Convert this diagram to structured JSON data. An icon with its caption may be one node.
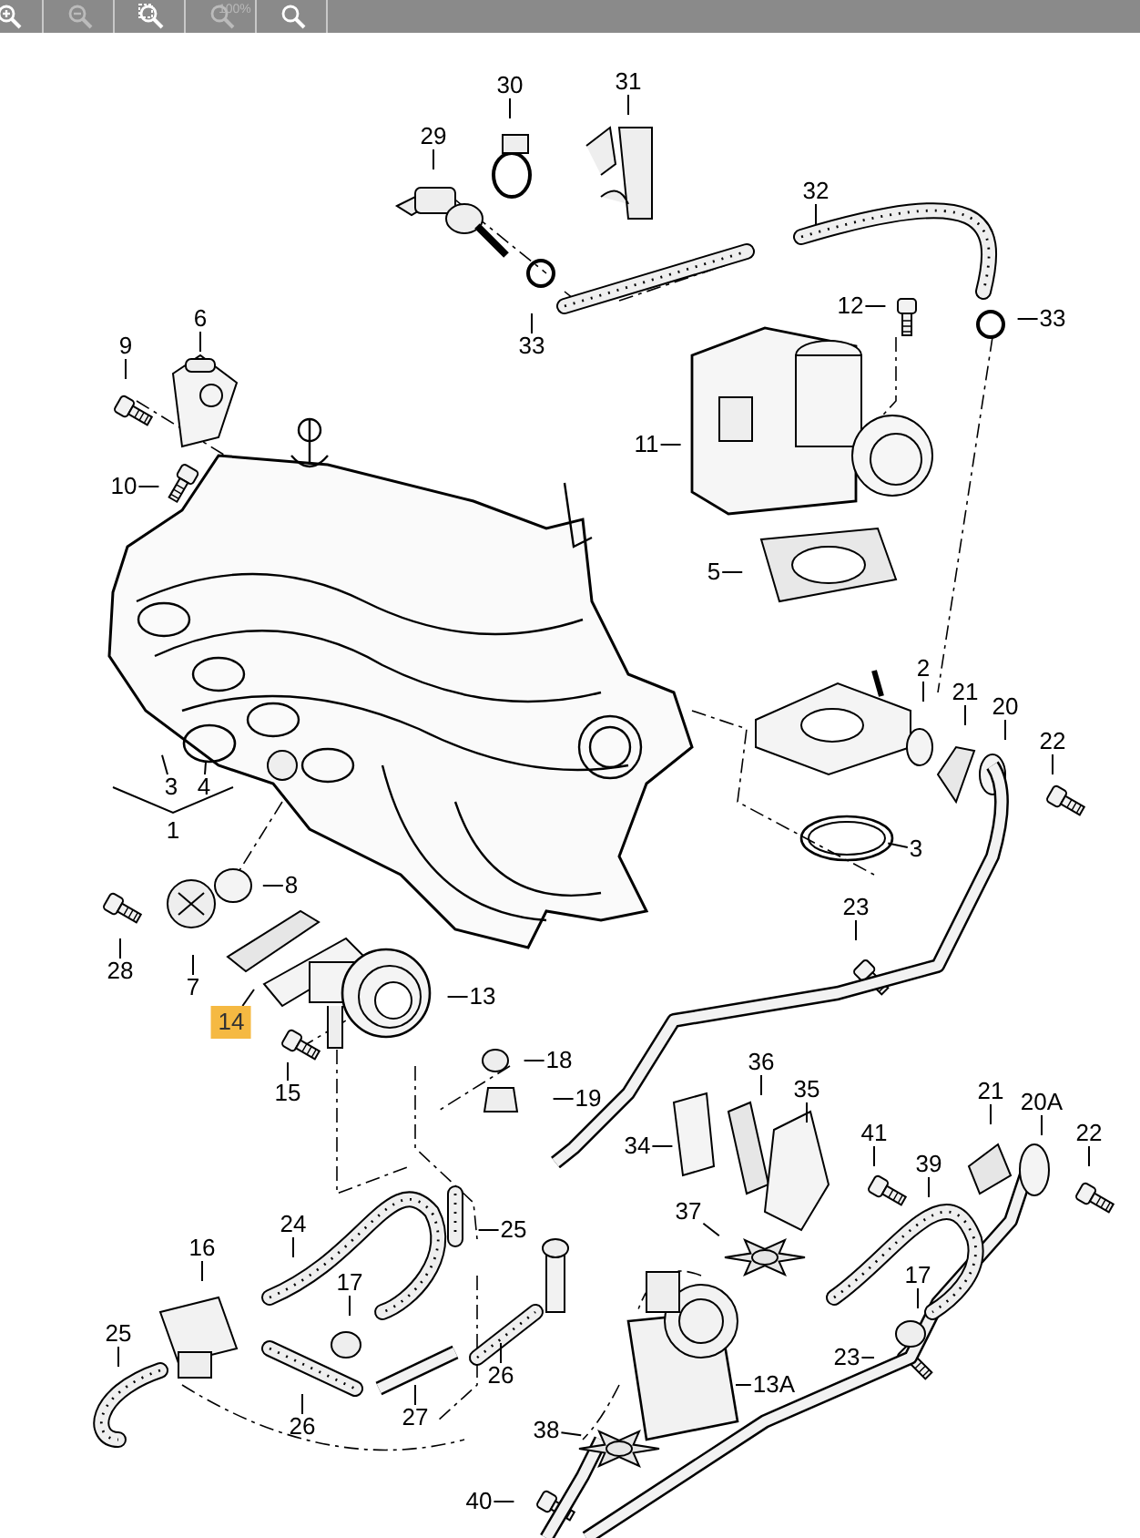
{
  "diagram": {
    "nodes": [
      {
        "text": [
          "31"
        ]
      },
      {
        "text": [
          "30"
        ]
      },
      {
        "text": [
          "29"
        ]
      },
      {
        "text": [
          "32"
        ]
      },
      {
        "text": [
          "12"
        ]
      },
      {
        "text": [
          "6"
        ]
      },
      {
        "text": [
          "33"
        ]
      },
      {
        "text": [
          "9"
        ]
      },
      {
        "text": [
          "33"
        ]
      },
      {
        "text": [
          "11"
        ]
      },
      {
        "text": [
          "10"
        ]
      },
      {
        "text": [
          "5"
        ]
      },
      {
        "text": [
          "2"
        ]
      },
      {
        "text": [
          "21"
        ]
      },
      {
        "text": [
          "20"
        ]
      },
      {
        "text": [
          "22"
        ]
      },
      {
        "text": [
          "3"
        ]
      },
      {
        "text": [
          "4"
        ]
      },
      {
        "text": [
          "3"
        ]
      },
      {
        "text": [
          "8"
        ]
      },
      {
        "text": [
          "23"
        ]
      },
      {
        "text": [
          "28"
        ]
      },
      {
        "text": [
          "7"
        ]
      },
      {
        "text": [
          "13"
        ]
      },
      {
        "text": [
          "14"
        ]
      },
      {
        "text": [
          "18"
        ]
      },
      {
        "text": [
          "36"
        ]
      },
      {
        "text": [
          "35"
        ]
      },
      {
        "text": [
          "21"
        ]
      },
      {
        "text": [
          "15"
        ]
      },
      {
        "text": [
          "19"
        ]
      },
      {
        "text": [
          "20A"
        ]
      },
      {
        "text": [
          "41"
        ]
      },
      {
        "text": [
          "22"
        ]
      },
      {
        "text": [
          "34"
        ]
      },
      {
        "text": [
          "39"
        ]
      },
      {
        "text": [
          "37"
        ]
      },
      {
        "text": [
          "24"
        ]
      },
      {
        "text": [
          "25"
        ]
      },
      {
        "text": [
          "16"
        ]
      },
      {
        "text": [
          "17"
        ]
      },
      {
        "text": [
          "17"
        ]
      },
      {
        "text": [
          "25"
        ]
      },
      {
        "text": [
          "23"
        ]
      },
      {
        "text": [
          "26"
        ]
      },
      {
        "text": [
          "13A"
        ]
      },
      {
        "text": [
          "27"
        ]
      },
      {
        "text": [
          "26"
        ]
      },
      {
        "text": [
          "38"
        ]
      },
      {
        "text": [
          "40"
        ]
      }
    ],
    "edges": [
      {
        "from": 0,
        "to": null,
        "arrow": "none"
      },
      {
        "from": 1,
        "to": null,
        "arrow": "none"
      },
      {
        "from": 2,
        "to": null,
        "arrow": "none"
      },
      {
        "from": 3,
        "to": null,
        "arrow": "none"
      },
      {
        "from": 4,
        "to": null,
        "arrow": "none"
      },
      {
        "from": 5,
        "to": null,
        "arrow": "none"
      },
      {
        "from": 6,
        "to": null,
        "arrow": "none"
      },
      {
        "from": 7,
        "to": null,
        "arrow": "none"
      },
      {
        "from": 8,
        "to": null,
        "arrow": "none"
      },
      {
        "from": 9,
        "to": null,
        "arrow": "none"
      },
      {
        "from": 10,
        "to": null,
        "arrow": "none"
      },
      {
        "from": 11,
        "to": null,
        "arrow": "none"
      },
      {
        "from": 12,
        "to": null,
        "arrow": "none"
      },
      {
        "from": 13,
        "to": null,
        "arrow": "none"
      },
      {
        "from": 14,
        "to": null,
        "arrow": "none"
      },
      {
        "from": 15,
        "to": null,
        "arrow": "none"
      },
      {
        "from": 16,
        "to": null,
        "arrow": "none"
      },
      {
        "from": 17,
        "to": null,
        "arrow": "none"
      },
      {
        "from": 18,
        "to": null,
        "arrow": "none"
      },
      {
        "from": 19,
        "to": null,
        "arrow": "none"
      },
      {
        "from": 20,
        "to": null,
        "arrow": "none"
      },
      {
        "from": 21,
        "to": null,
        "arrow": "none"
      },
      {
        "from": 22,
        "to": null,
        "arrow": "none"
      },
      {
        "from": 23,
        "to": null,
        "arrow": "none"
      },
      {
        "from": 24,
        "to": null,
        "arrow": "none"
      },
      {
        "from": 25,
        "to": null,
        "arrow": "none"
      },
      {
        "from": 26,
        "to": null,
        "arrow": "none"
      },
      {
        "from": 27,
        "to": null,
        "arrow": "none"
      },
      {
        "from": 28,
        "to": null,
        "arrow": "none"
      },
      {
        "from": 29,
        "to": null,
        "arrow": "none"
      },
      {
        "from": 30,
        "to": null,
        "arrow": "none"
      },
      {
        "from": 31,
        "to": null,
        "arrow": "none"
      },
      {
        "from": 32,
        "to": null,
        "arrow": "none"
      },
      {
        "from": 33,
        "to": null,
        "arrow": "none"
      },
      {
        "from": 34,
        "to": null,
        "arrow": "none"
      },
      {
        "from": 35,
        "to": null,
        "arrow": "none"
      },
      {
        "from": 36,
        "to": null,
        "arrow": "none"
      },
      {
        "from": 37,
        "to": null,
        "arrow": "none"
      },
      {
        "from": 38,
        "to": null,
        "arrow": "none"
      },
      {
        "from": 39,
        "to": null,
        "arrow": "none"
      },
      {
        "from": 40,
        "to": null,
        "arrow": "none"
      },
      {
        "from": 41,
        "to": null,
        "arrow": "none"
      },
      {
        "from": 42,
        "to": null,
        "arrow": "none"
      },
      {
        "from": 43,
        "to": null,
        "arrow": "none"
      },
      {
        "from": 44,
        "to": null,
        "arrow": "none"
      },
      {
        "from": 45,
        "to": null,
        "arrow": "none"
      },
      {
        "from": 46,
        "to": null,
        "arrow": "none"
      },
      {
        "from": 47,
        "to": null,
        "arrow": "none"
      },
      {
        "from": 48,
        "to": null,
        "arrow": "none"
      },
      {
        "from": 49,
        "to": null,
        "arrow": "none"
      }
    ],
    "labels": [
      "100%",
      "1"
    ]
  }
}
